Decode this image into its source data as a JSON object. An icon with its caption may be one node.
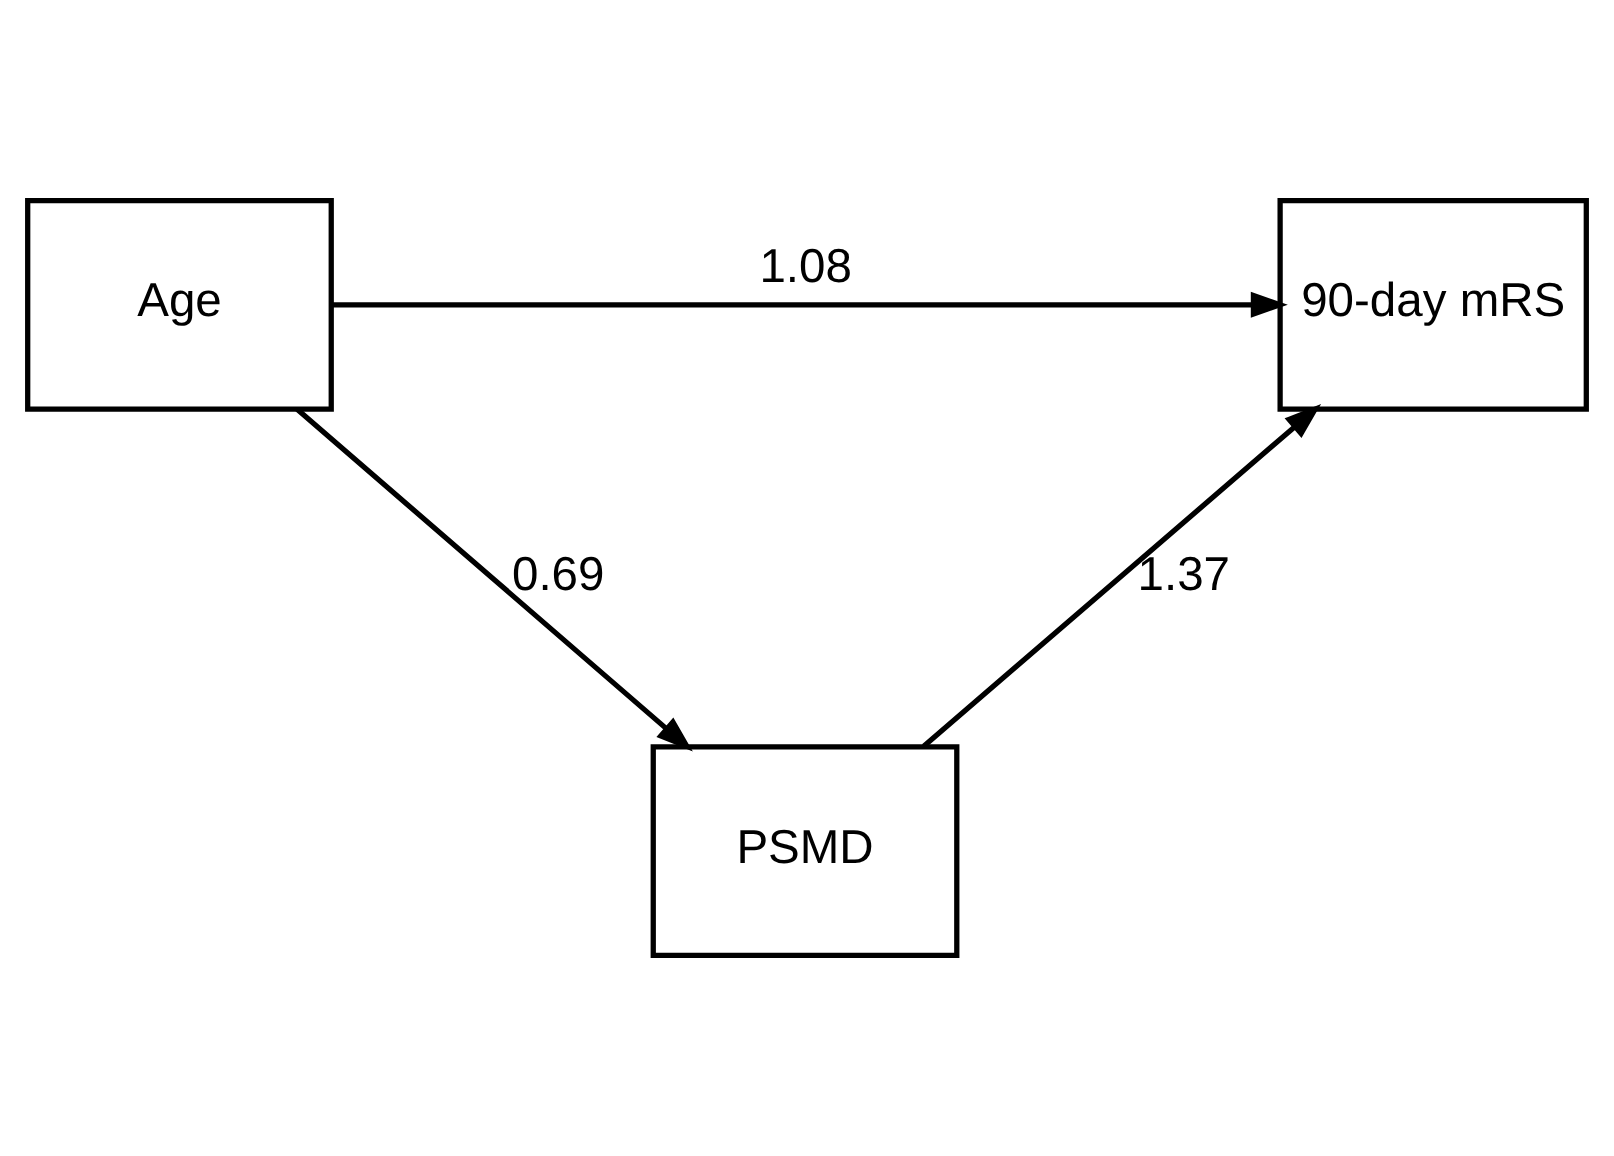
{
  "diagram": {
    "nodes": [
      {
        "text": [
          "Age"
        ]
      },
      {
        "text": [
          "PSMD"
        ]
      },
      {
        "text": [
          "90-day mRS"
        ]
      }
    ],
    "edges": [
      {
        "from": 0,
        "to": 1,
        "arrow": "to",
        "label": "0.69"
      },
      {
        "from": 1,
        "to": 2,
        "arrow": "to",
        "label": "1.37"
      },
      {
        "from": 0,
        "to": 2,
        "arrow": "to",
        "label": "1.08"
      }
    ]
  }
}
